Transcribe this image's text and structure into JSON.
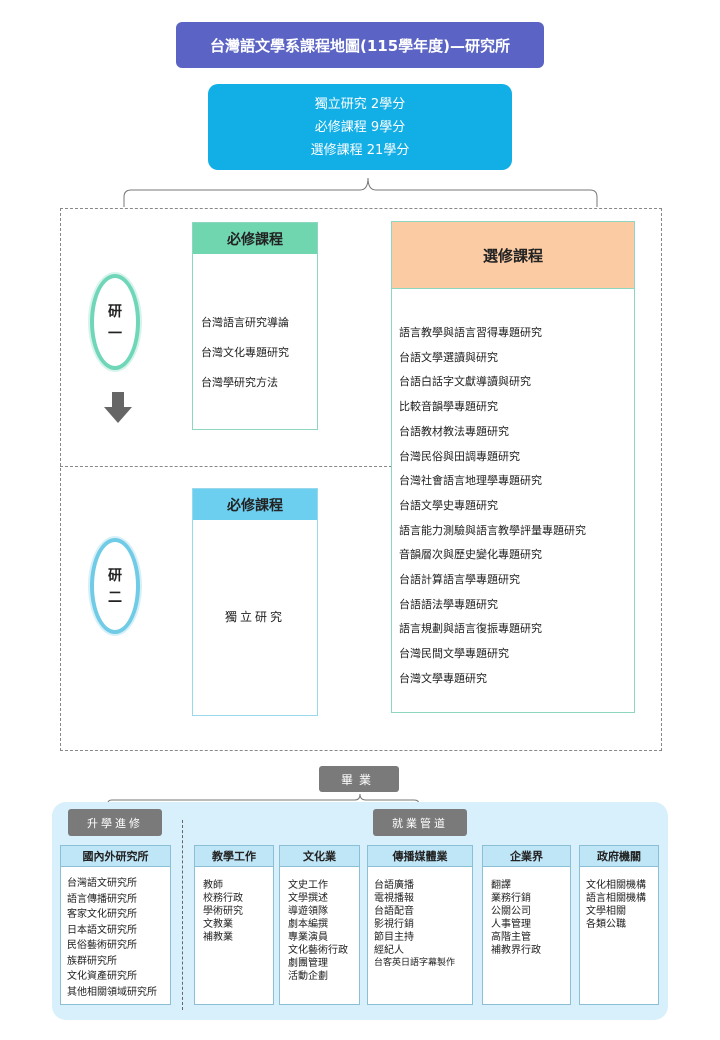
{
  "title": "台灣語文學系課程地圖(115學年度)—研究所",
  "credits": [
    "獨立研究 2學分",
    "必修課程 9學分",
    "選修課程 21學分"
  ],
  "year1": {
    "label": "研",
    "num": "一"
  },
  "year2": {
    "label": "研",
    "num": "二"
  },
  "required1": {
    "title": "必修課程",
    "items": [
      "台灣語言研究導論",
      "台灣文化專題研究",
      "台灣學研究方法"
    ]
  },
  "required2": {
    "title": "必修課程",
    "item": "獨立研究"
  },
  "elective": {
    "title": "選修課程",
    "items": [
      "語言教學與語言習得專題研究",
      "台語文學選讀與研究",
      "台語白話字文獻導讀與研究",
      "比較音韻學專題研究",
      "台語教材教法專題研究",
      "台灣民俗與田調專題研究",
      "台灣社會語言地理學專題研究",
      "台語文學史專題研究",
      "語言能力測驗與語言教學評量專題研究",
      "音韻層次與歷史變化專題研究",
      "台語計算語言學專題研究",
      "台語語法學專題研究",
      "語言規劃與語言復振專題研究",
      "台灣民間文學專題研究",
      "台灣文學專題研究"
    ]
  },
  "graduation": "畢業",
  "further_study": {
    "label": "升學進修"
  },
  "employment": {
    "label": "就業管道"
  },
  "columns": [
    {
      "title": "國內外研究所",
      "items": [
        "台灣語文研究所",
        "語言傳播研究所",
        "客家文化研究所",
        "日本語文研究所",
        "民俗藝術研究所",
        "族群研究所",
        "文化資產研究所",
        "其他相關領域研究所"
      ]
    },
    {
      "title": "教學工作",
      "items": [
        "教師",
        "校務行政",
        "學術研究",
        "文教業",
        "補教業"
      ]
    },
    {
      "title": "文化業",
      "items": [
        "文史工作",
        "文學撰述",
        "導遊領隊",
        "劇本編撰",
        "專業演員",
        "文化藝術行政",
        "劇團管理",
        "活動企劃"
      ]
    },
    {
      "title": "傳播媒體業",
      "items": [
        "台語廣播",
        "電視播報",
        "台語配音",
        "影視行銷",
        "節目主持",
        "經紀人",
        "台客英日語字幕製作"
      ]
    },
    {
      "title": "企業界",
      "items": [
        "翻譯",
        "業務行銷",
        "公關公司",
        "人事管理",
        "高階主管",
        "補教界行政"
      ]
    },
    {
      "title": "政府機關",
      "items": [
        "文化相關機構",
        "語言相關機構",
        "文學相關",
        "各類公職"
      ]
    }
  ],
  "colors": {
    "title_bg": "#5b64c4",
    "credits_bg": "#12aee6",
    "required1_head": "#6fd6b0",
    "required2_head": "#6ccff0",
    "elective_head": "#fbcca4",
    "panel_bg": "#d7f0fb",
    "grey_button": "#7a7a7a"
  },
  "icons": [
    "down-arrow-icon"
  ]
}
